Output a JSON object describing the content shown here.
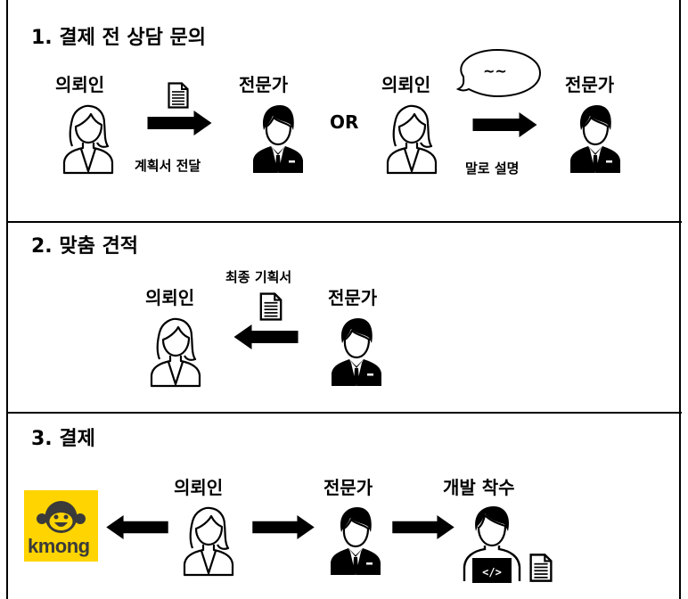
{
  "sections": [
    {
      "title": "1. 결제 전 상담 문의",
      "client": "의뢰인",
      "expert": "전문가",
      "doc_caption": "계획서 전달",
      "or": "OR",
      "client2": "의뢰인",
      "bubble": "~~",
      "speech_caption": "말로 설명",
      "expert2": "전문가"
    },
    {
      "title": "2. 맞춤 견적",
      "client": "의뢰인",
      "expert": "전문가",
      "doc_caption": "최종 기획서"
    },
    {
      "title": "3. 결제",
      "client": "의뢰인",
      "expert": "전문가",
      "dev": "개발 착수",
      "logo": "kmong"
    }
  ],
  "colors": {
    "kmong_yellow": "#FFD400",
    "kmong_dark": "#3a3a3a"
  }
}
